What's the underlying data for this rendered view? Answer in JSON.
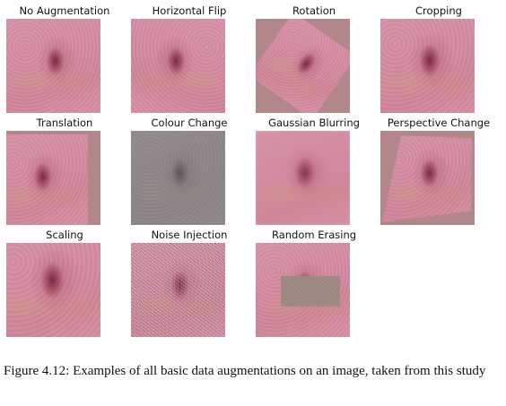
{
  "figure": {
    "panels": [
      {
        "label": "No Augmentation"
      },
      {
        "label": "Horizontal Flip"
      },
      {
        "label": "Rotation"
      },
      {
        "label": "Cropping"
      },
      {
        "label": "Translation"
      },
      {
        "label": "Colour Change"
      },
      {
        "label": "Gaussian Blurring"
      },
      {
        "label": "Perspective Change"
      },
      {
        "label": "Scaling"
      },
      {
        "label": "Noise Injection"
      },
      {
        "label": "Random Erasing"
      }
    ],
    "caption": "Figure 4.12: Examples of all basic data augmentations on an image, taken from this study"
  }
}
